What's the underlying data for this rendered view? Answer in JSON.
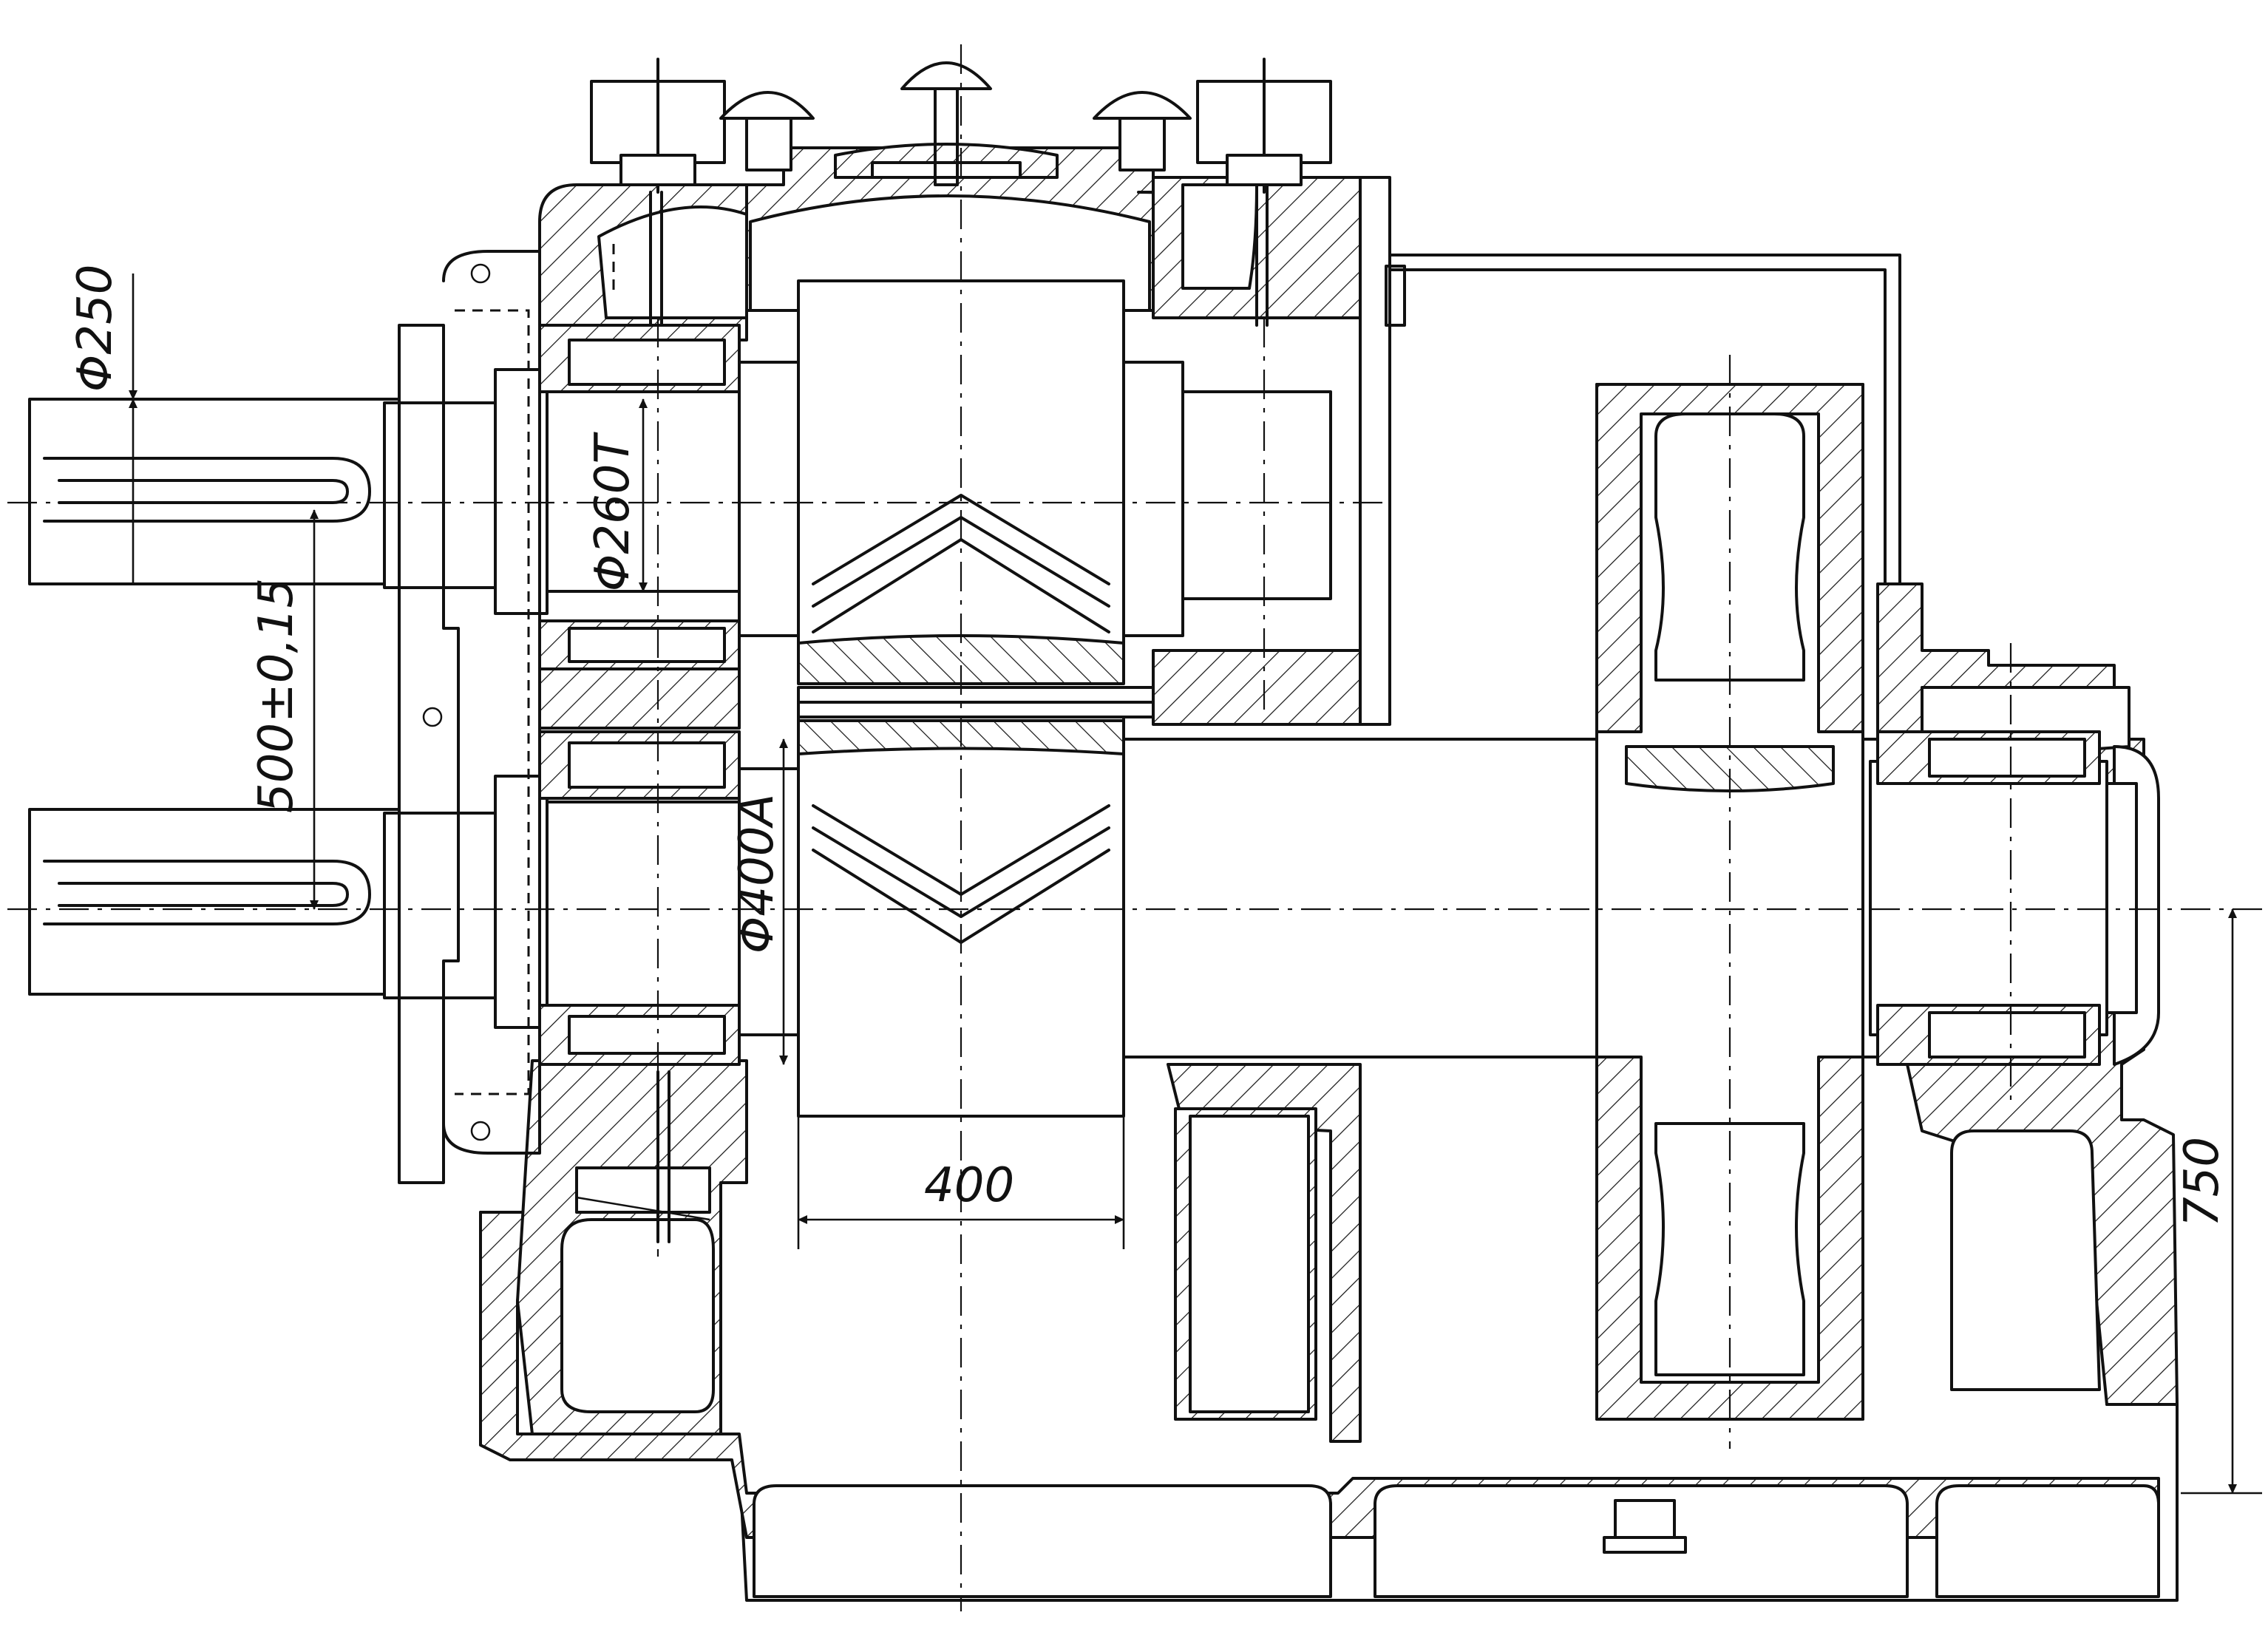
{
  "dimensions": {
    "d_drive_shaft": "Φ250",
    "d_bearing_journal": "Φ260T",
    "center_distance": "500±0,15",
    "d_rotor": "Φ400A",
    "rotor_width": "400",
    "height_to_axis": "750"
  }
}
